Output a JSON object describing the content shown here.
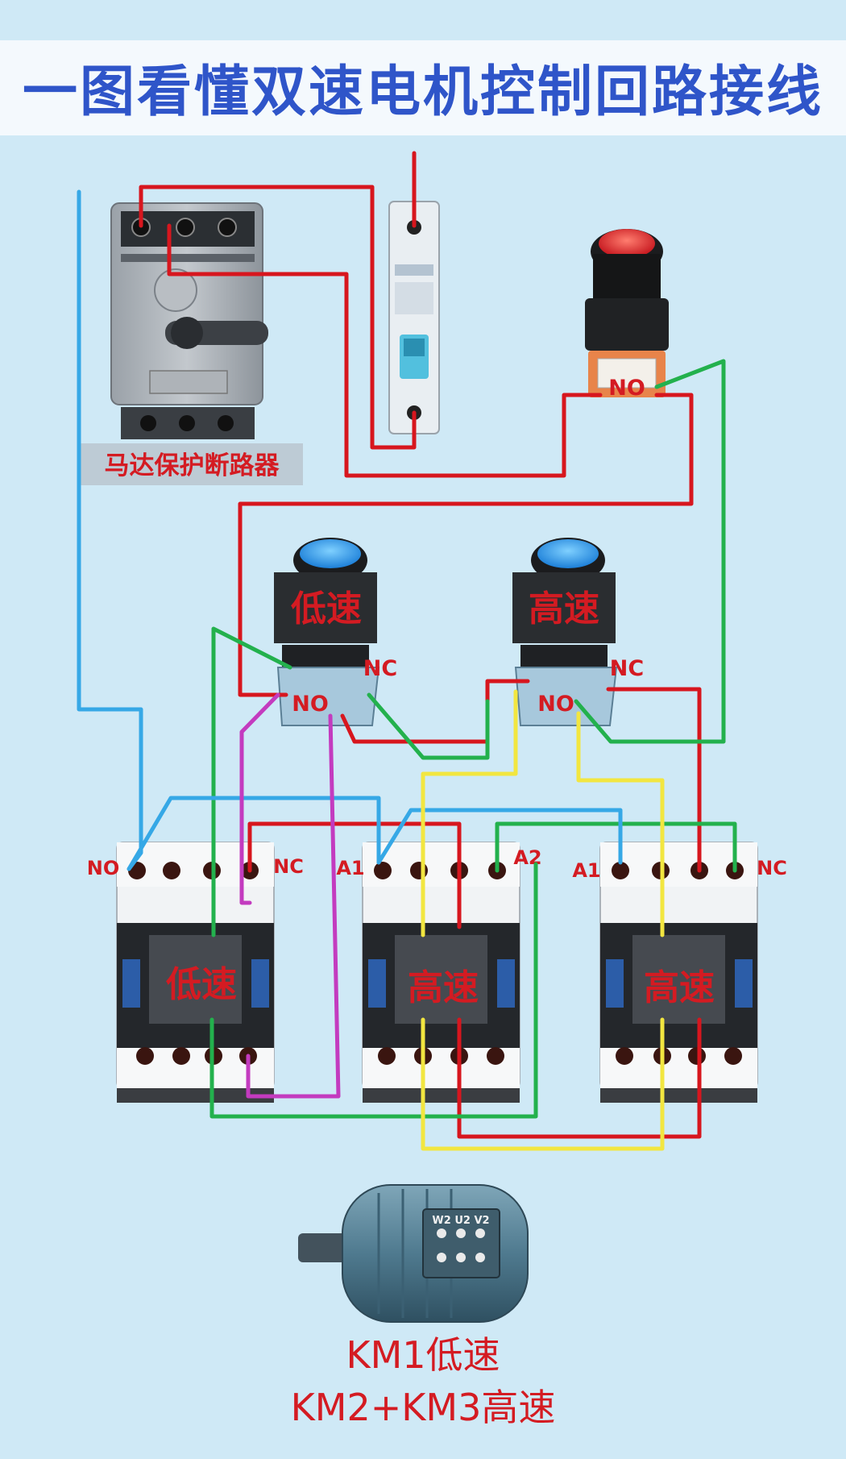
{
  "title": "一图看懂双速电机控制回路接线",
  "breaker_label": "马达保护断路器",
  "stop_button": {
    "contact": "NO"
  },
  "low_button": {
    "label": "低速",
    "nc": "NC",
    "no": "NO"
  },
  "high_button": {
    "label": "高速",
    "nc": "NC",
    "no": "NO"
  },
  "contactors": [
    {
      "label": "低速",
      "left_tag": "NO",
      "right_tag": "NC"
    },
    {
      "label": "高速",
      "left_tag": "A1",
      "right_tag": "A2"
    },
    {
      "label": "高速",
      "left_tag": "A1",
      "right_tag": "NC"
    }
  ],
  "motor_terminals": "W2 U2 V2",
  "footer_line1": "KM1低速",
  "footer_line2": "KM2+KM3高速",
  "colors": {
    "red_wire": "#d7161e",
    "green_wire": "#23b14d",
    "blue_wire": "#36a8e6",
    "yellow_wire": "#f2e640",
    "magenta_wire": "#c33bbf",
    "title_blue": "#2f55c9",
    "label_red": "#d41b22",
    "background": "#cfe9f6"
  }
}
